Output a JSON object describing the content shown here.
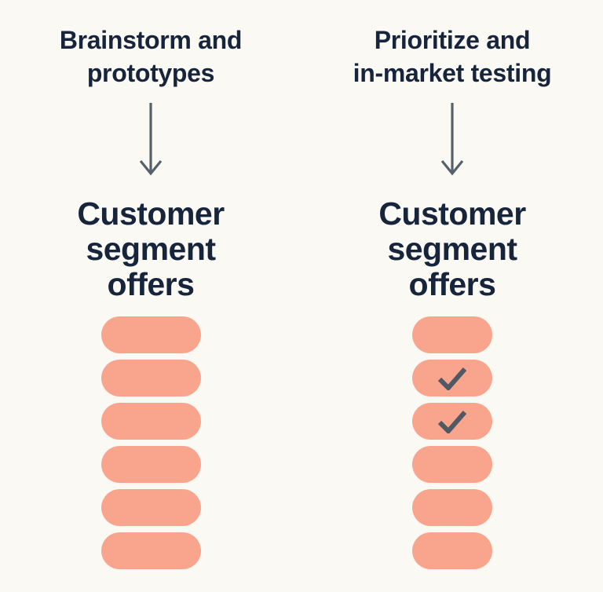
{
  "colors": {
    "background": "#FBF9F3",
    "pill": "#F9A58E",
    "text": "#16243C",
    "arrow": "#56616B",
    "checkmark": "#4E5963"
  },
  "columns": [
    {
      "heading": "Brainstorm and\nprototypes",
      "arrow_icon": "down-arrow-icon",
      "subheading": "Customer\nsegment\noffers",
      "pills": [
        {
          "checked": false
        },
        {
          "checked": false
        },
        {
          "checked": false
        },
        {
          "checked": false
        },
        {
          "checked": false
        },
        {
          "checked": false
        }
      ]
    },
    {
      "heading": "Prioritize and\nin-market testing",
      "arrow_icon": "down-arrow-icon",
      "subheading": "Customer\nsegment\noffers",
      "pills": [
        {
          "checked": false
        },
        {
          "checked": true
        },
        {
          "checked": true
        },
        {
          "checked": false
        },
        {
          "checked": false
        },
        {
          "checked": false
        }
      ]
    }
  ]
}
